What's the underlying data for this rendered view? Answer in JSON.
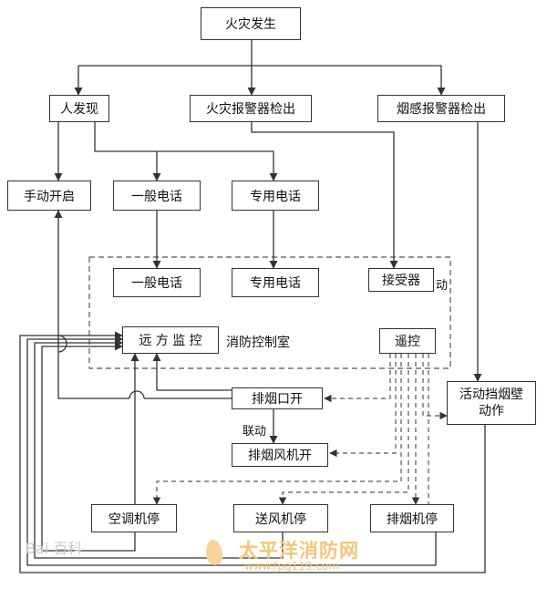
{
  "nodes": {
    "fire_occurs": "火灾发生",
    "person_discovers": "人发现",
    "fire_alarm_detect": "火灾报警器检出",
    "smoke_alarm_detect": "烟感报警器检出",
    "manual_start": "手动开启",
    "phone_general_top": "一般电话",
    "phone_dedicated_top": "专用电话",
    "phone_general_room": "一般电话",
    "phone_dedicated_room": "专用电话",
    "alarm_receiver": "接受器",
    "remote_monitor": "远 方 监 控",
    "control_room_label": "消防控制室",
    "remote_control": "遥控",
    "smoke_vent_open": "排烟口开",
    "smoke_curtain": "活动挡烟壁动作",
    "linkage_label": "联动",
    "exhaust_fan_open": "排烟风机开",
    "ac_stop": "空调机停",
    "supply_fan_stop": "送风机停",
    "exhaust_fan_stop": "排烟机停",
    "room_suffix": "动"
  },
  "watermarks": {
    "left": "Bai 百科",
    "right": "太平洋消防网",
    "url": "www.fpg119.com"
  },
  "colors": {
    "line": "#333333",
    "dash": "#555555",
    "watermark_left": "#c9c9c9",
    "watermark_right": "#f3c47a"
  }
}
